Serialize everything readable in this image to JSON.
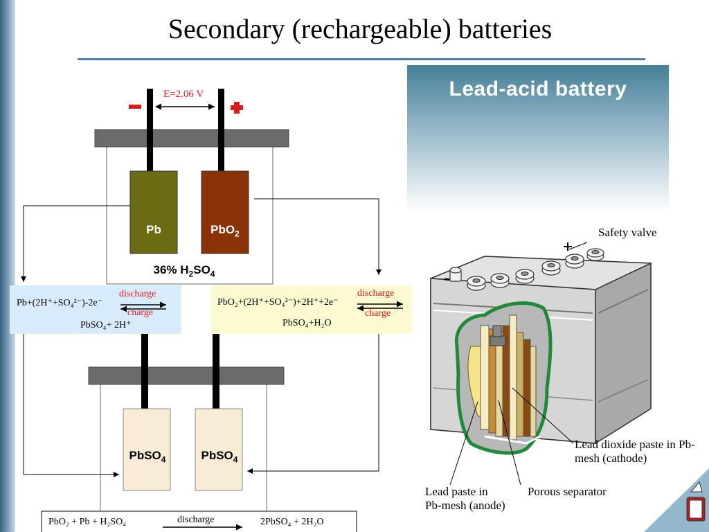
{
  "title": "Secondary (rechargeable)  batteries",
  "panel_title": "Lead-acid  battery",
  "voltage": "E=2.06 V",
  "top_cell": {
    "anode": "Pb",
    "cathode_main": "PbO",
    "cathode_sub": "2",
    "electrolyte_main": "36% H",
    "electrolyte_sub1": "2",
    "electrolyte_mid": "SO",
    "electrolyte_sub2": "4"
  },
  "anode_reaction": {
    "line1": "Pb+(2H⁺+SO₄²⁻)-2e⁻",
    "discharge": "discharge",
    "charge": "charge",
    "line2": "PbSO₄+ 2H⁺"
  },
  "cathode_reaction": {
    "line1": "PbO₂+(2H⁺+SO₄²⁻)+2H⁺+2e⁻",
    "discharge": "discharge",
    "charge": "charge",
    "line2": "PbSO₄+H₂O"
  },
  "bottom_cell": {
    "left": "PbSO",
    "left_sub": "4",
    "right": "PbSO",
    "right_sub": "4"
  },
  "overall": {
    "left": "PbO₂ + Pb + H₂SO₄",
    "discharge": "discharge",
    "right": "2PbSO₄ + 2H₂O"
  },
  "callouts": {
    "safety_valve": "Safety valve",
    "cathode_paste": "Lead dioxide paste in Pb-mesh (cathode)",
    "separator": "Porous separator",
    "anode_paste": "Lead paste in Pb-mesh (anode)"
  },
  "colors": {
    "anode": "#6b6b13",
    "cathode": "#8b3308",
    "pbso4": "#f8ecd4",
    "anode_box": "#d8ebfb",
    "cathode_box": "#fbfad0"
  }
}
